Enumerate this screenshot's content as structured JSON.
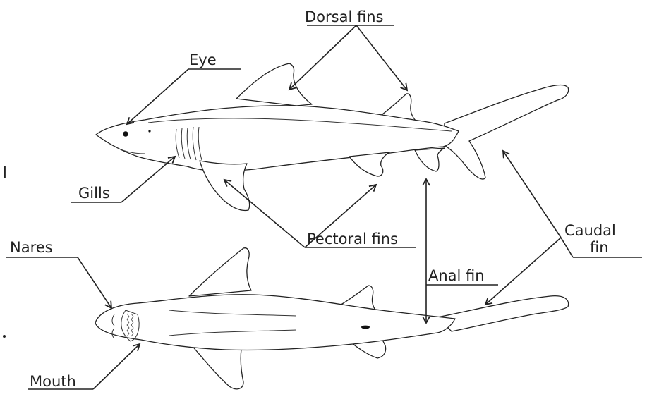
{
  "labels": {
    "dorsal_fins": "Dorsal fins",
    "eye": "Eye",
    "gills": "Gills",
    "pectoral_fins": "Pectoral fins",
    "caudal_fin_line1": "Caudal",
    "caudal_fin_line2": "fin",
    "nares": "Nares",
    "anal_fin": "Anal fin",
    "mouth": "Mouth",
    "edge_mark": "l"
  }
}
